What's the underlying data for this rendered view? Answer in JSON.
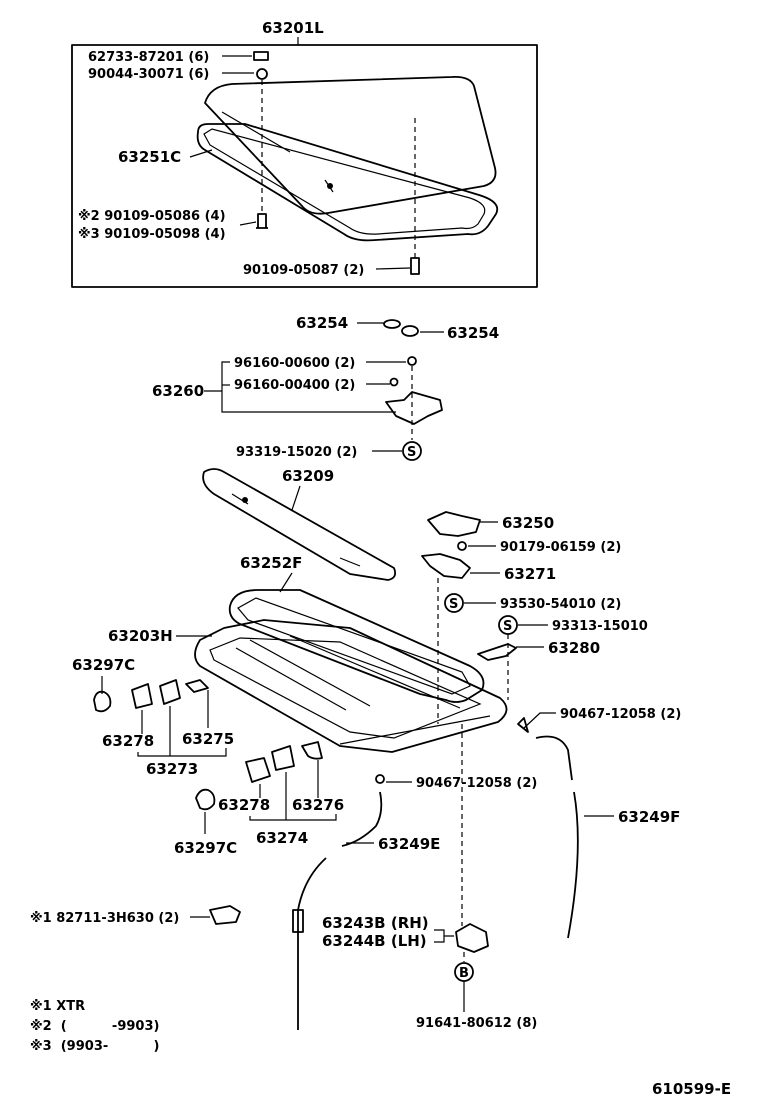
{
  "labels": {
    "assy": "63201L",
    "glass_cap": "62733-87201 (6)",
    "glass_nut": "90044-30071 (6)",
    "weatherstrip": "63251C",
    "bolt_x2": "※2 90109-05086 (4)",
    "bolt_x3": "※3 90109-05098 (4)",
    "bolt_glass": "90109-05087 (2)",
    "plate_a": "63254",
    "plate_b": "63254",
    "nut_600": "96160-00600 (2)",
    "nut_400": "96160-00400 (2)",
    "link": "63260",
    "screw_s1": "93319-15020 (2)",
    "shade": "63209",
    "gear": "63250",
    "screw_gear": "90179-06159 (2)",
    "bracket": "63252F",
    "motor_bracket": "63271",
    "screw_s2": "93530-54010 (2)",
    "frame": "63203H",
    "screw_s3": "93313-15010",
    "deflector_link": "63280",
    "cover_l": "63297C",
    "clip_r": "90467-12058 (2)",
    "guide_a": "63278",
    "guide_b": "63275",
    "guide_set_a": "63273",
    "guide_c": "63278",
    "guide_d": "63276",
    "drain_f": "63249F",
    "clip_l": "90467-12058 (2)",
    "guide_set_b": "63274",
    "cover_r": "63297C",
    "drain_e": "63249E",
    "harness": "※1 82711-3H630 (2)",
    "bracket_rh": "63243B (RH)",
    "bracket_lh": "63244B (LH)",
    "bolt_b": "91641-80612 (8)",
    "symbol_s": "S",
    "symbol_b": "B"
  },
  "notes": [
    "※1  XTR",
    "※2  (          -9903)",
    "※3  (9903-          )"
  ],
  "code": "610599-E"
}
